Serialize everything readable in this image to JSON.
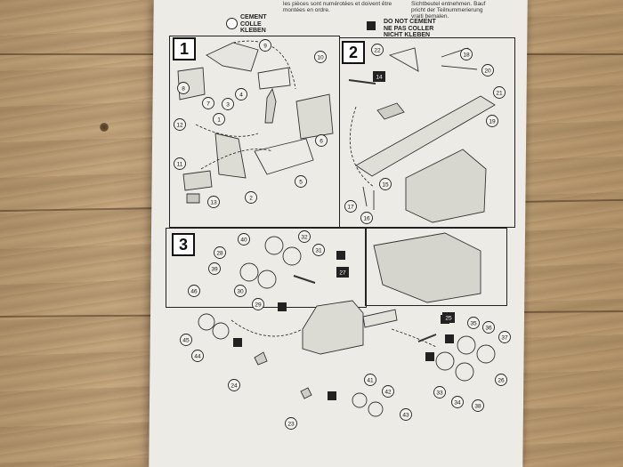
{
  "header_text": {
    "left": "les pièces sont numérotées et doivent être\nmontées en ordre.",
    "right_line1": "Sichtbeutel entnehmen. Bauf",
    "right_line2": "pricht der Teilnummerierung",
    "right_line3": "vraiti bemalen."
  },
  "legend": {
    "cement": "CEMENT\nCOLLE\nKLEBEN",
    "no_cement": "DO NOT CEMENT\nNE PAS COLLER\nNICHT KLEBEN"
  },
  "steps": [
    "1",
    "2",
    "3"
  ],
  "step1_parts": [
    "9",
    "10",
    "8",
    "7",
    "4",
    "3",
    "1",
    "5",
    "6",
    "12",
    "11",
    "2",
    "13"
  ],
  "step2_parts": [
    "22",
    "14",
    "18",
    "20",
    "21",
    "15",
    "19",
    "17",
    "16"
  ],
  "step3_parts": [
    "40",
    "32",
    "31",
    "28",
    "39",
    "30",
    "29",
    "27",
    "46",
    "45",
    "44",
    "24",
    "25",
    "35",
    "36",
    "37",
    "33",
    "34",
    "38",
    "26",
    "41",
    "42",
    "43",
    "23"
  ],
  "no_cement_part_labels": [
    "14",
    "27",
    "25"
  ]
}
